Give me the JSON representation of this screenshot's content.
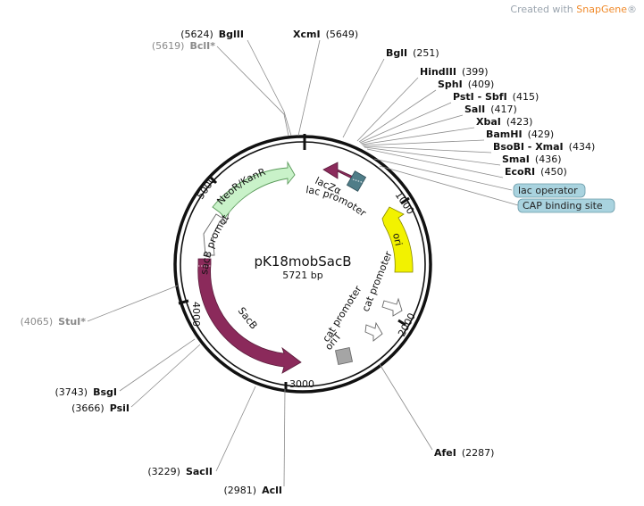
{
  "watermark": {
    "prefix": "Created with ",
    "brand": "SnapGene",
    "suffix": "®"
  },
  "plasmid": {
    "name": "pK18mobSacB",
    "size_label": "5721 bp"
  },
  "ticks": [
    "1000",
    "2000",
    "3000",
    "4000",
    "5000"
  ],
  "sites": [
    {
      "name": "BglII",
      "pos": "(5624)",
      "muted": false
    },
    {
      "name": "BclI*",
      "pos": "(5619)",
      "muted": true
    },
    {
      "name": "XcmI",
      "pos": "(5649)",
      "muted": false
    },
    {
      "name": "BglI",
      "pos": "(251)",
      "muted": false
    },
    {
      "name": "HindIII",
      "pos": "(399)",
      "muted": false
    },
    {
      "name": "SphI",
      "pos": "(409)",
      "muted": false
    },
    {
      "name": "PstI - SbfI",
      "pos": "(415)",
      "muted": false
    },
    {
      "name": "SalI",
      "pos": "(417)",
      "muted": false
    },
    {
      "name": "XbaI",
      "pos": "(423)",
      "muted": false
    },
    {
      "name": "BamHI",
      "pos": "(429)",
      "muted": false
    },
    {
      "name": "BsoBI - XmaI",
      "pos": "(434)",
      "muted": false
    },
    {
      "name": "SmaI",
      "pos": "(436)",
      "muted": false
    },
    {
      "name": "EcoRI",
      "pos": "(450)",
      "muted": false
    },
    {
      "name": "StuI*",
      "pos": "(4065)",
      "muted": true
    },
    {
      "name": "BsgI",
      "pos": "(3743)",
      "muted": false
    },
    {
      "name": "PsiI",
      "pos": "(3666)",
      "muted": false
    },
    {
      "name": "SacII",
      "pos": "(3229)",
      "muted": false
    },
    {
      "name": "AclI",
      "pos": "(2981)",
      "muted": false
    },
    {
      "name": "AfeI",
      "pos": "(2287)",
      "muted": false
    }
  ],
  "callouts": [
    "lac operator",
    "CAP binding site"
  ],
  "features": {
    "lacZa": "lacZα",
    "lac_promoter": "lac promoter",
    "ori": "ori",
    "cat_promoter_1": "cat promoter",
    "cat_promoter_2": "cat promoter",
    "oriT": "oriT",
    "sacB": "SacB",
    "sacB_promoter": "sacB promoter",
    "neor": "NeoR/KanR"
  },
  "colors": {
    "sacB": "#8b2a5b",
    "lacZa": "#8b2a5b",
    "ori": "#f2f200",
    "neor": "#c9f2c9",
    "callout": "#a9d3df",
    "oriT": "#a5a5a5",
    "lac_operator_box": "#4f7d88"
  }
}
